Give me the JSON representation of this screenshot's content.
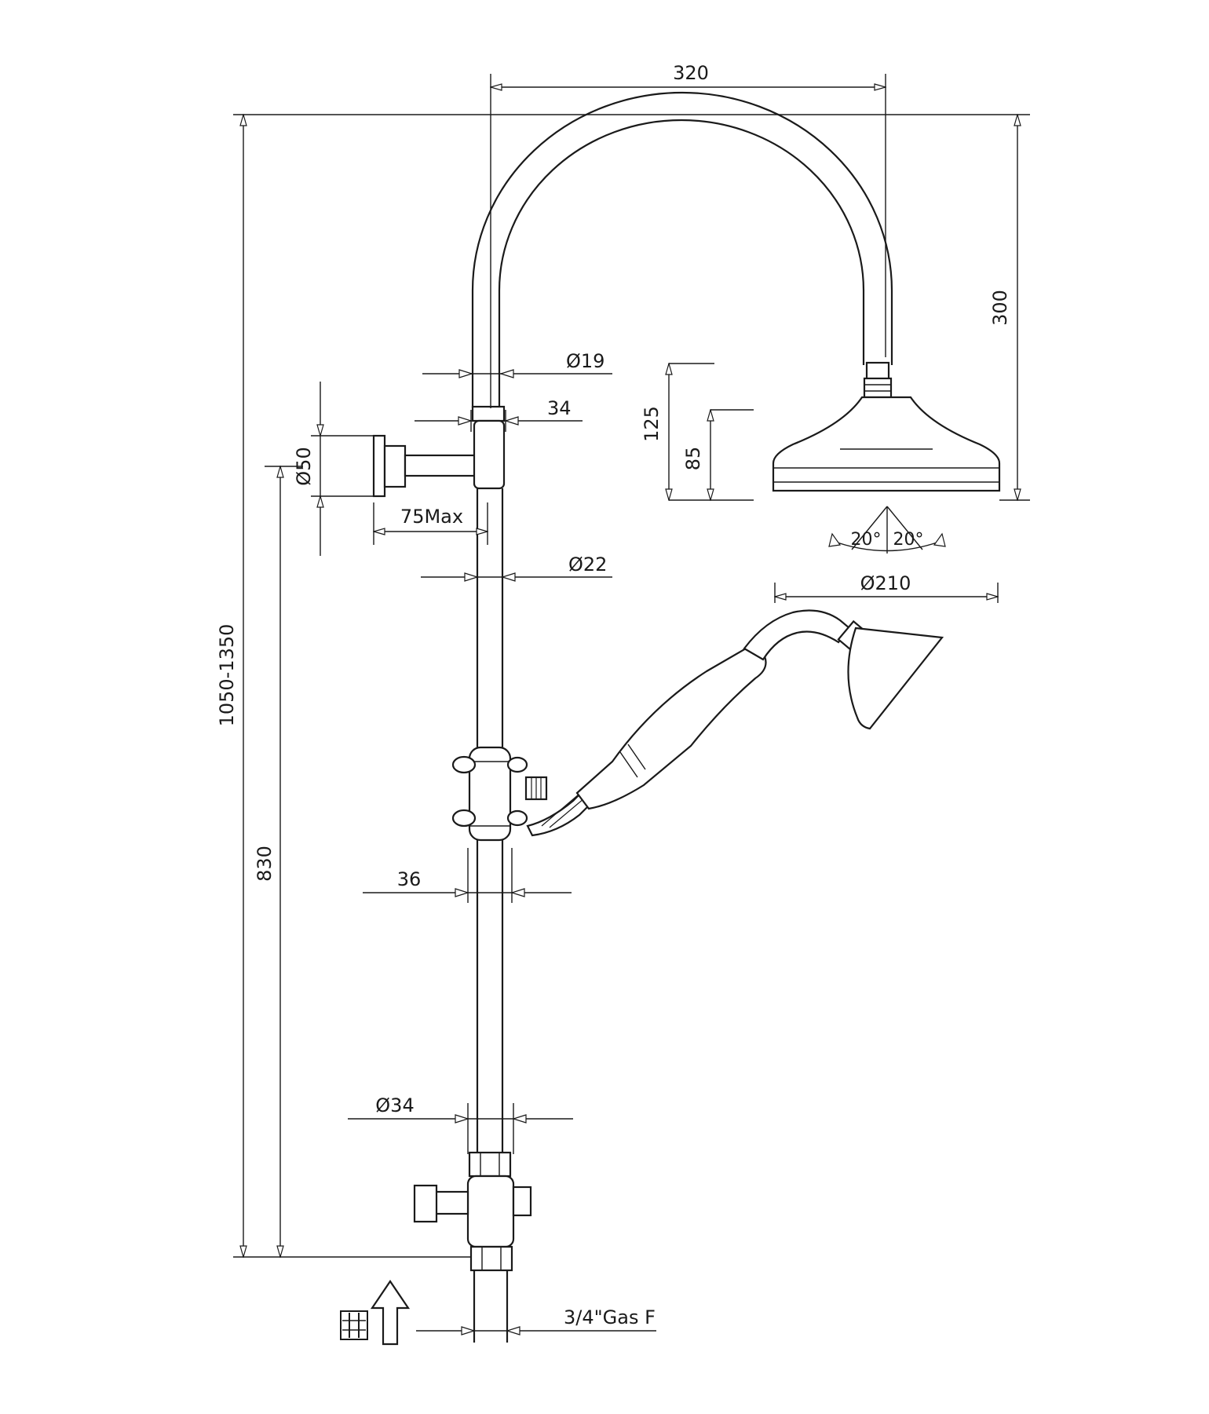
{
  "diagram": {
    "dimensions": {
      "arm_reach": "320",
      "arm_height": "300",
      "total_height": "1050-1350",
      "lower_height": "830",
      "top_tube_diameter": "Ø19",
      "connector_width": "34",
      "wall_bracket_diameter": "Ø50",
      "bracket_depth": "75Max",
      "riser_diameter": "Ø22",
      "head_height_outer": "125",
      "head_height_inner": "85",
      "tilt_left": "20°",
      "tilt_right": "20°",
      "head_diameter": "Ø210",
      "slider_width": "36",
      "base_diameter": "Ø34",
      "inlet_thread": "3/4\"Gas F"
    },
    "icons": [
      "water-inlet-icon",
      "up-arrow-icon"
    ]
  }
}
